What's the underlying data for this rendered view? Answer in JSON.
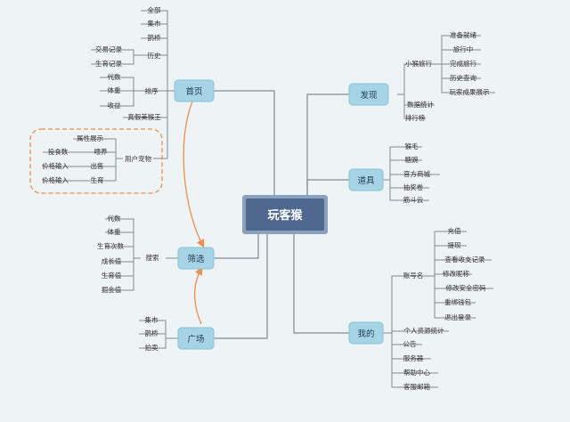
{
  "root": "玩客猴",
  "colors": {
    "background": "#eef3f6",
    "root_fill": "#4d678e",
    "root_border": "#8aa0bd",
    "node_fill": "#a6d4e6",
    "node_border": "#88c2da",
    "line": "#7e8b95",
    "arrow": "#ef8d4a",
    "highlight_border": "#ef8d4a"
  },
  "branches": {
    "home": "首页",
    "filter": "筛选",
    "plaza": "广场",
    "discover": "发现",
    "props": "道具",
    "mine": "我的"
  },
  "home": {
    "all": "全部",
    "market": "集市",
    "nest": "鹊桥",
    "history": "历史",
    "trade_record": "交易记录",
    "breed_record": "生育记录",
    "sort": "排序",
    "generation": "代数",
    "weight": "体重",
    "income": "收益",
    "real_fake": "真假美猴王",
    "user_pet": "用户宠物",
    "attr_show": "属性展示",
    "feed": "喂养",
    "feed_count": "投食数",
    "sell": "出售",
    "price_input_sell": "价格输入",
    "breed": "生育",
    "price_input_breed": "价格输入"
  },
  "filter": {
    "search": "搜索",
    "items": [
      "代数",
      "体重",
      "生育次数",
      "成长值",
      "生育值",
      "掘金值"
    ]
  },
  "plaza": {
    "items": [
      "集市",
      "鹊桥",
      "拍卖"
    ]
  },
  "discover": {
    "small_trip": "小猴旅行",
    "trip_items": [
      "准备就绪",
      "旅行中",
      "完成旅行",
      "历史查询",
      "玩家成果展示"
    ],
    "data_stats": "数据统计",
    "ranking": "排行榜"
  },
  "props": {
    "items": [
      "猴毛",
      "糖豌",
      "官方商城",
      "抽奖卷",
      "筋斗云"
    ]
  },
  "mine": {
    "account": "账号名",
    "account_items": [
      "充值",
      "提现",
      "查看收支记录",
      "修改昵称",
      "修改安全密码",
      "重绑钱包",
      "退出登录"
    ],
    "others": [
      "个人资源统计",
      "公告",
      "服务器",
      "帮助中心",
      "客服邮箱"
    ]
  }
}
